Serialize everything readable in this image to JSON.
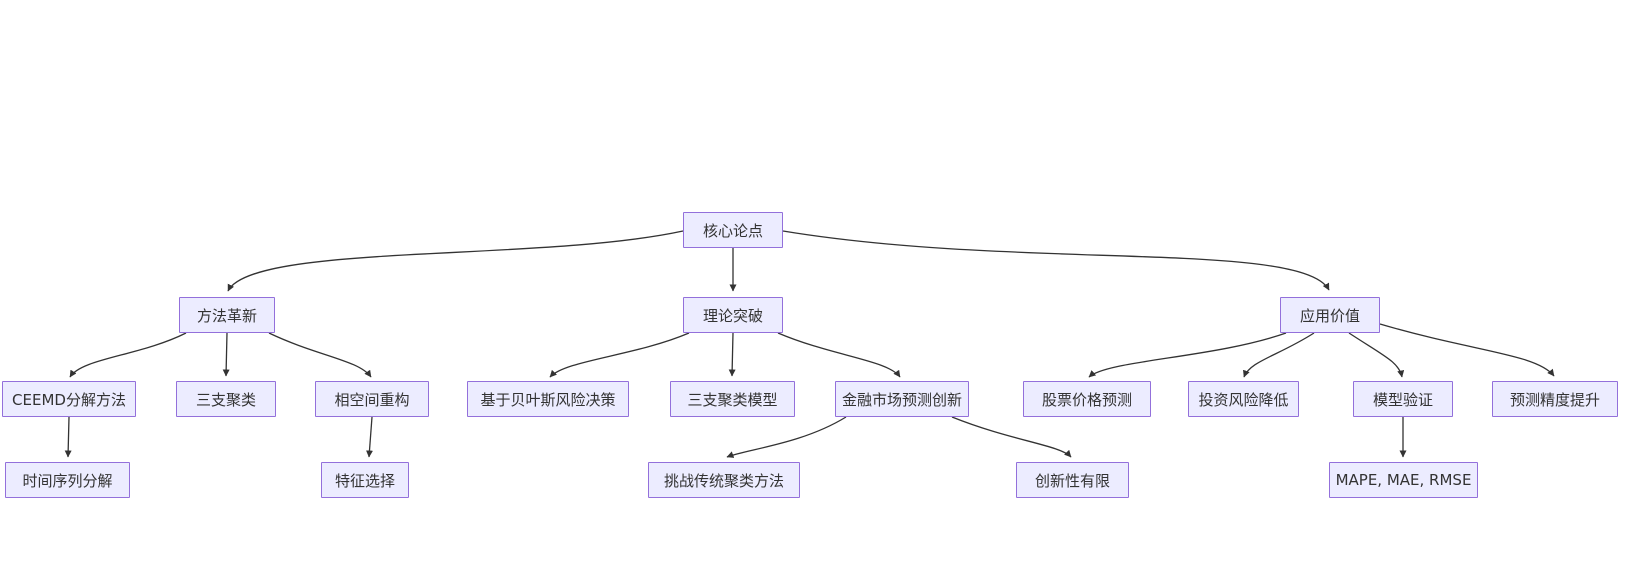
{
  "diagram": {
    "type": "flowchart",
    "direction": "top-down",
    "background": "#ffffff",
    "node_fill": "#ECECFF",
    "node_border": "#9370DB",
    "edge_color": "#333333",
    "text_color": "#333333",
    "nodes": {
      "core": {
        "label": "核心论点"
      },
      "method": {
        "label": "方法革新"
      },
      "theory": {
        "label": "理论突破"
      },
      "application": {
        "label": "应用价值"
      },
      "ceemd": {
        "label": "CEEMD分解方法"
      },
      "threeway": {
        "label": "三支聚类"
      },
      "phase": {
        "label": "相空间重构"
      },
      "bayes": {
        "label": "基于贝叶斯风险决策"
      },
      "twcmodel": {
        "label": "三支聚类模型"
      },
      "finance": {
        "label": "金融市场预测创新"
      },
      "stock": {
        "label": "股票价格预测"
      },
      "invest": {
        "label": "投资风险降低"
      },
      "modelval": {
        "label": "模型验证"
      },
      "accuracy": {
        "label": "预测精度提升"
      },
      "timeseries": {
        "label": "时间序列分解"
      },
      "feature": {
        "label": "特征选择"
      },
      "challenge": {
        "label": "挑战传统聚类方法"
      },
      "limited": {
        "label": "创新性有限"
      },
      "mape": {
        "label": "MAPE, MAE, RMSE"
      }
    },
    "edges": [
      {
        "from": "core",
        "to": "method"
      },
      {
        "from": "core",
        "to": "theory"
      },
      {
        "from": "core",
        "to": "application"
      },
      {
        "from": "method",
        "to": "ceemd"
      },
      {
        "from": "method",
        "to": "threeway"
      },
      {
        "from": "method",
        "to": "phase"
      },
      {
        "from": "theory",
        "to": "bayes"
      },
      {
        "from": "theory",
        "to": "twcmodel"
      },
      {
        "from": "theory",
        "to": "finance"
      },
      {
        "from": "application",
        "to": "stock"
      },
      {
        "from": "application",
        "to": "invest"
      },
      {
        "from": "application",
        "to": "modelval"
      },
      {
        "from": "application",
        "to": "accuracy"
      },
      {
        "from": "ceemd",
        "to": "timeseries"
      },
      {
        "from": "phase",
        "to": "feature"
      },
      {
        "from": "finance",
        "to": "challenge"
      },
      {
        "from": "finance",
        "to": "limited"
      },
      {
        "from": "modelval",
        "to": "mape"
      }
    ]
  }
}
